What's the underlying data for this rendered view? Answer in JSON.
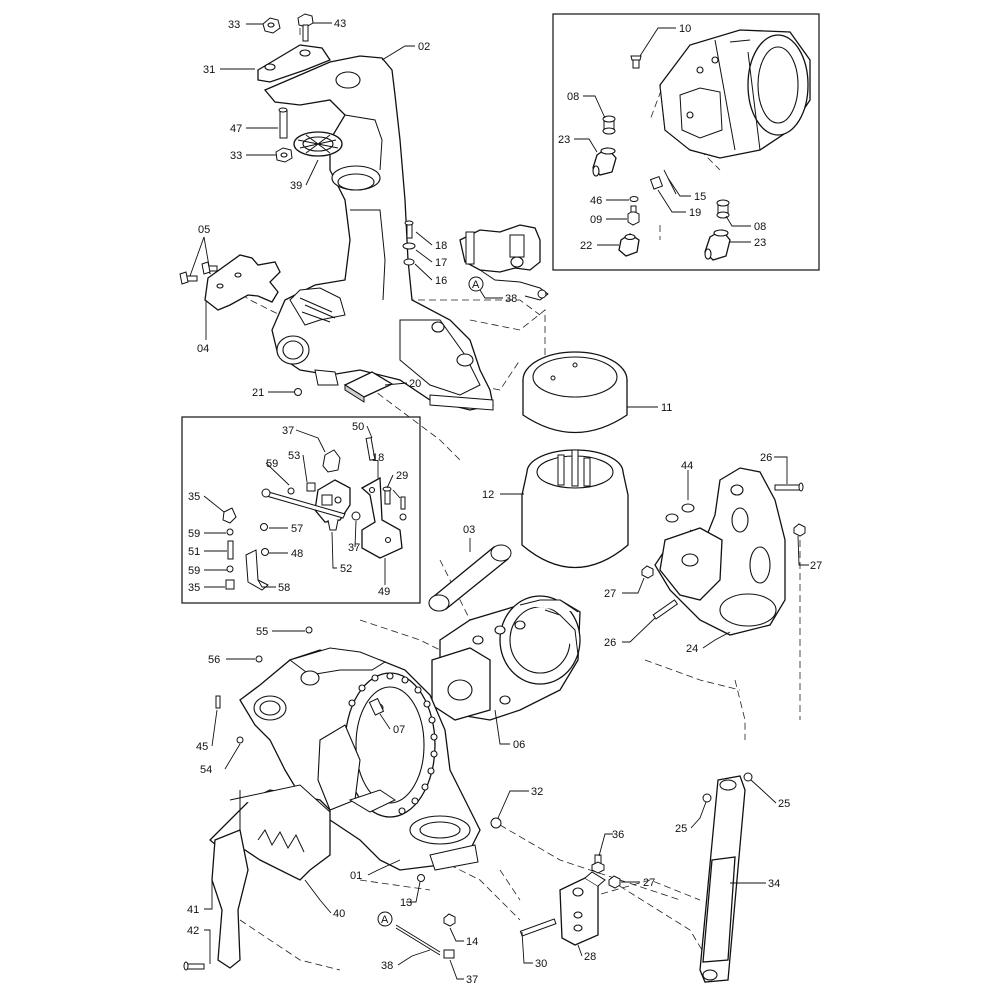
{
  "diagram": {
    "callouts": [
      "33",
      "43",
      "02",
      "31",
      "47",
      "33",
      "39",
      "05",
      "18",
      "17",
      "16",
      "38",
      "04",
      "21",
      "20",
      "11",
      "10",
      "08",
      "23",
      "46",
      "15",
      "19",
      "09",
      "08",
      "22",
      "23",
      "37",
      "50",
      "59",
      "53",
      "18",
      "29",
      "35",
      "59",
      "57",
      "51",
      "48",
      "59",
      "35",
      "58",
      "52",
      "37",
      "49",
      "03",
      "12",
      "44",
      "26",
      "27",
      "27",
      "26",
      "24",
      "55",
      "56",
      "07",
      "45",
      "54",
      "06",
      "32",
      "25",
      "25",
      "36",
      "27",
      "34",
      "01",
      "13",
      "40",
      "14",
      "41",
      "42",
      "38",
      "37",
      "30",
      "28"
    ],
    "markers": [
      "A",
      "A"
    ]
  }
}
